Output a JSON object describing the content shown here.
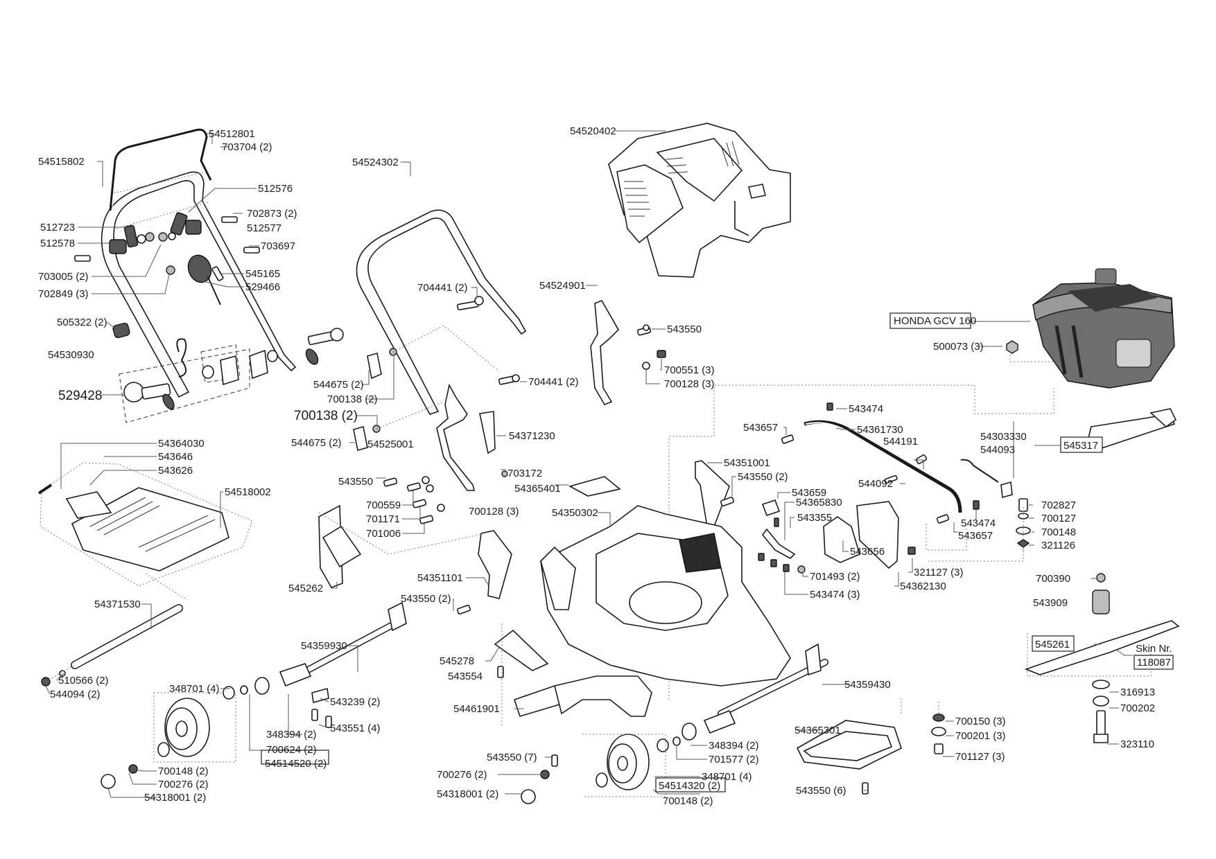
{
  "title": "Exploded parts diagram – lawn mower with HONDA GCV 160 engine",
  "engine_label": "HONDA GCV 160",
  "skin_label": "Skin Nr.",
  "skin_number": "118087",
  "labels": [
    {
      "id": "54512801",
      "text": "54512801"
    },
    {
      "id": "703704",
      "text": "703704 (2)"
    },
    {
      "id": "54515802",
      "text": "54515802"
    },
    {
      "id": "512576",
      "text": "512576"
    },
    {
      "id": "702873",
      "text": "702873 (2)"
    },
    {
      "id": "512577",
      "text": "512577"
    },
    {
      "id": "512723",
      "text": "512723"
    },
    {
      "id": "512578",
      "text": "512578"
    },
    {
      "id": "703697",
      "text": "703697"
    },
    {
      "id": "703005",
      "text": "703005 (2)"
    },
    {
      "id": "545165",
      "text": "545165"
    },
    {
      "id": "702849",
      "text": "702849 (3)"
    },
    {
      "id": "529466",
      "text": "529466"
    },
    {
      "id": "505322",
      "text": "505322 (2)"
    },
    {
      "id": "54530930",
      "text": "54530930"
    },
    {
      "id": "529428",
      "text": "529428"
    },
    {
      "id": "54524302",
      "text": "54524302"
    },
    {
      "id": "704441a",
      "text": "704441 (2)"
    },
    {
      "id": "544675a",
      "text": "544675 (2)"
    },
    {
      "id": "700138a",
      "text": "700138 (2)"
    },
    {
      "id": "700138b",
      "text": "700138 (2)"
    },
    {
      "id": "544675b",
      "text": "544675 (2)"
    },
    {
      "id": "54525001",
      "text": "54525001"
    },
    {
      "id": "704441b",
      "text": "704441 (2)"
    },
    {
      "id": "54371230",
      "text": "54371230"
    },
    {
      "id": "543550a",
      "text": "543550"
    },
    {
      "id": "703172",
      "text": "703172"
    },
    {
      "id": "54365401",
      "text": "54365401"
    },
    {
      "id": "700559",
      "text": "700559"
    },
    {
      "id": "701171",
      "text": "701171"
    },
    {
      "id": "700128a",
      "text": "700128 (3)"
    },
    {
      "id": "701006",
      "text": "701006"
    },
    {
      "id": "54520402",
      "text": "54520402"
    },
    {
      "id": "54524901",
      "text": "54524901"
    },
    {
      "id": "543550b",
      "text": "543550"
    },
    {
      "id": "700551",
      "text": "700551 (3)"
    },
    {
      "id": "700128b",
      "text": "700128 (3)"
    },
    {
      "id": "500073",
      "text": "500073 (3)"
    },
    {
      "id": "543474a",
      "text": "543474"
    },
    {
      "id": "543657a",
      "text": "543657"
    },
    {
      "id": "54361730",
      "text": "54361730"
    },
    {
      "id": "544191",
      "text": "544191"
    },
    {
      "id": "54303330",
      "text": "54303330"
    },
    {
      "id": "544093",
      "text": "544093"
    },
    {
      "id": "545317",
      "text": "545317",
      "boxed": true
    },
    {
      "id": "54351001",
      "text": "54351001"
    },
    {
      "id": "543550c",
      "text": "543550 (2)"
    },
    {
      "id": "544092",
      "text": "544092"
    },
    {
      "id": "543659",
      "text": "543659"
    },
    {
      "id": "54365830",
      "text": "54365830"
    },
    {
      "id": "543355",
      "text": "543355"
    },
    {
      "id": "543474b",
      "text": "543474"
    },
    {
      "id": "543657b",
      "text": "543657"
    },
    {
      "id": "702827",
      "text": "702827"
    },
    {
      "id": "700127",
      "text": "700127"
    },
    {
      "id": "700148a",
      "text": "700148"
    },
    {
      "id": "321126",
      "text": "321126"
    },
    {
      "id": "54350302",
      "text": "54350302"
    },
    {
      "id": "543656",
      "text": "543656"
    },
    {
      "id": "321127",
      "text": "321127 (3)"
    },
    {
      "id": "701493",
      "text": "701493 (2)"
    },
    {
      "id": "54362130",
      "text": "54362130"
    },
    {
      "id": "543474c",
      "text": "543474 (3)"
    },
    {
      "id": "700390",
      "text": "700390"
    },
    {
      "id": "543909",
      "text": "543909"
    },
    {
      "id": "545261",
      "text": "545261",
      "boxed": true
    },
    {
      "id": "316913",
      "text": "316913"
    },
    {
      "id": "700202",
      "text": "700202"
    },
    {
      "id": "323110",
      "text": "323110"
    },
    {
      "id": "54364030",
      "text": "54364030"
    },
    {
      "id": "543646",
      "text": "543646"
    },
    {
      "id": "543626",
      "text": "543626"
    },
    {
      "id": "54518002",
      "text": "54518002"
    },
    {
      "id": "545262",
      "text": "545262"
    },
    {
      "id": "54351101",
      "text": "54351101"
    },
    {
      "id": "543550d",
      "text": "543550 (2)"
    },
    {
      "id": "54371530",
      "text": "54371530"
    },
    {
      "id": "510566",
      "text": "510566 (2)"
    },
    {
      "id": "544094",
      "text": "544094 (2)"
    },
    {
      "id": "54359930",
      "text": "54359930"
    },
    {
      "id": "348701a",
      "text": "348701 (4)"
    },
    {
      "id": "543239",
      "text": "543239 (2)"
    },
    {
      "id": "348394a",
      "text": "348394 (2)"
    },
    {
      "id": "543551",
      "text": "543551 (4)"
    },
    {
      "id": "700624",
      "text": "700624 (2)"
    },
    {
      "id": "54514520",
      "text": "54514520 (2)",
      "boxed": true
    },
    {
      "id": "700148b",
      "text": "700148 (2)"
    },
    {
      "id": "700276a",
      "text": "700276 (2)"
    },
    {
      "id": "54318001a",
      "text": "54318001 (2)"
    },
    {
      "id": "545278",
      "text": "545278"
    },
    {
      "id": "543554",
      "text": "543554"
    },
    {
      "id": "54461901",
      "text": "54461901"
    },
    {
      "id": "543550e",
      "text": "543550 (7)"
    },
    {
      "id": "700276b",
      "text": "700276 (2)"
    },
    {
      "id": "54318001b",
      "text": "54318001 (2)"
    },
    {
      "id": "348394b",
      "text": "348394 (2)"
    },
    {
      "id": "701577",
      "text": "701577 (2)"
    },
    {
      "id": "348701b",
      "text": "348701 (4)"
    },
    {
      "id": "54514320",
      "text": "54514320 (2)",
      "boxed": true
    },
    {
      "id": "700148c",
      "text": "700148 (2)"
    },
    {
      "id": "54359430",
      "text": "54359430"
    },
    {
      "id": "54365301",
      "text": "54365301"
    },
    {
      "id": "543550f",
      "text": "543550 (6)"
    },
    {
      "id": "700150",
      "text": "700150 (3)"
    },
    {
      "id": "700201",
      "text": "700201 (3)"
    },
    {
      "id": "701127",
      "text": "701127 (3)"
    }
  ]
}
